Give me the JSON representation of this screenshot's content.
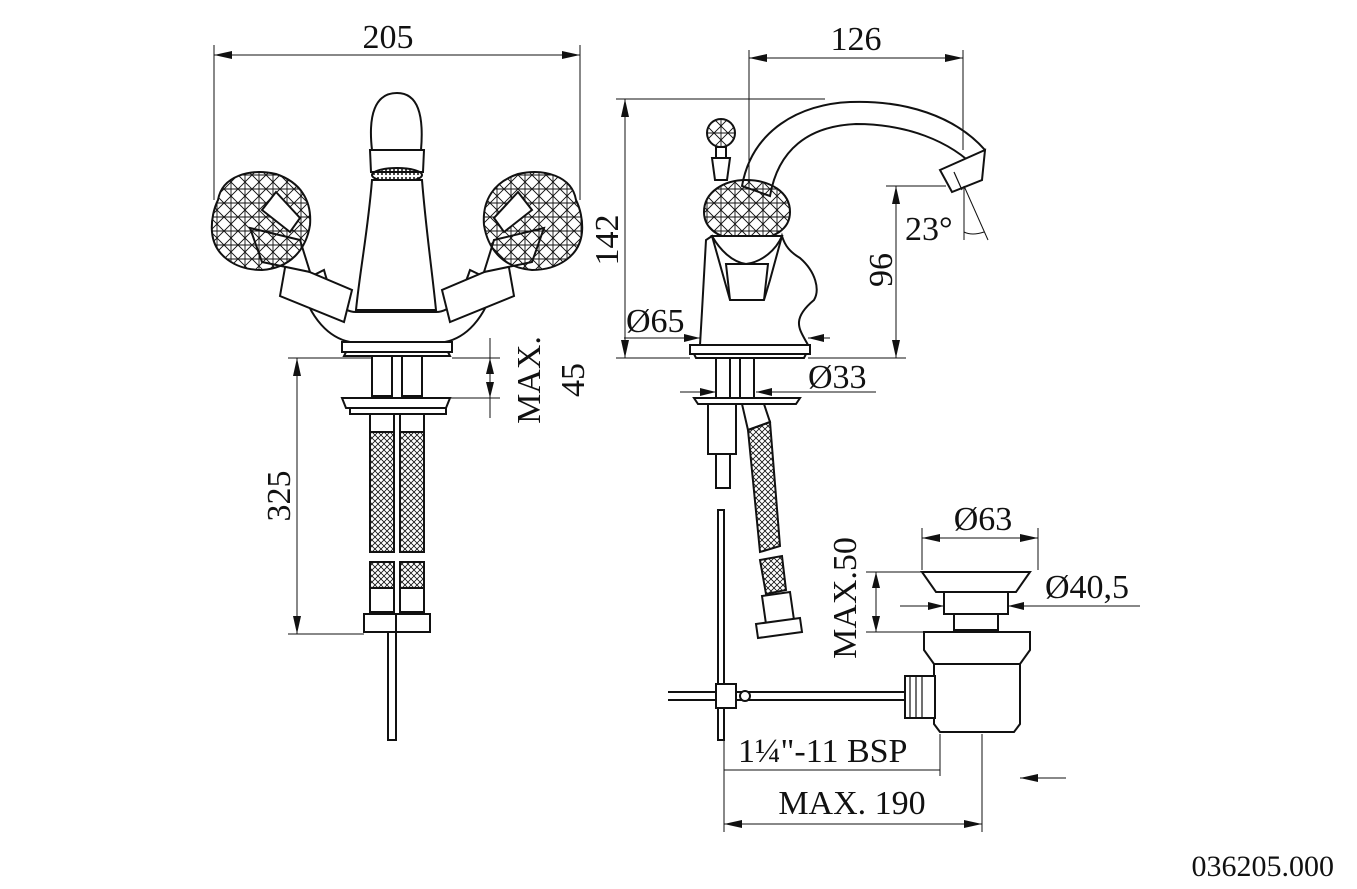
{
  "drawing_code": "036205.000",
  "front_view": {
    "width": "205",
    "tail_length": "325",
    "max_thickness_line1": "MAX.",
    "max_thickness_line2": "45"
  },
  "side_view": {
    "reach": "126",
    "height": "142",
    "spout_height": "96",
    "angle": "23°",
    "base_diameter": "Ø65",
    "hole_diameter": "Ø33"
  },
  "waste": {
    "flange_diameter": "Ø63",
    "body_diameter": "Ø40,5",
    "max_height": "MAX.50",
    "thread": "1¼\"-11 BSP",
    "max_length": "MAX. 190"
  }
}
